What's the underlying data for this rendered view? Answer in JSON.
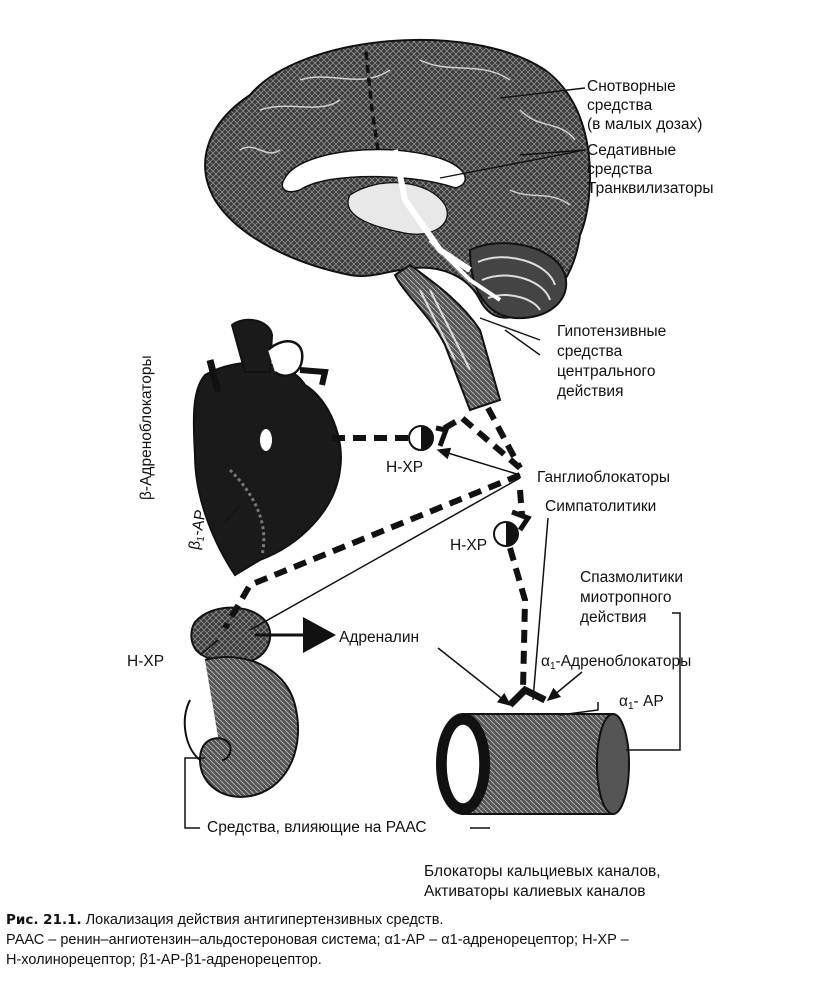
{
  "labels": {
    "hypnotics": [
      "Снотворные",
      "средства",
      "(в малых дозах)"
    ],
    "sedatives": [
      "Седативные",
      "средства"
    ],
    "tranquilizers": "Транквилизаторы",
    "central_hypotensive": [
      "Гипотензивные",
      "средства",
      "центрального",
      "действия"
    ],
    "beta_blockers": "β-Адреноблокаторы",
    "beta1_ar": {
      "main": "β",
      "sub": "1",
      "rest": "-АР"
    },
    "nxr_heart": "Н-ХР",
    "ganglionic_blockers": "Ганглиоблокаторы",
    "sympatholytics": "Симпатолитики",
    "nxr_mid": "Н-ХР",
    "nxr_adrenal": "Н-ХР",
    "adrenaline": "Адреналин",
    "spasmolytics": [
      "Спазмолитики",
      "миотропного",
      "действия"
    ],
    "alpha1_blockers": {
      "main": "α",
      "sub": "1",
      "rest": "-Адреноблокаторы"
    },
    "alpha1_ar": {
      "main": "α",
      "sub": "1",
      "rest": "- АР"
    },
    "raas_drugs": "Средства, влияющие на РААС",
    "channel_modulators": [
      "Блокаторы кальциевых каналов,",
      "Активаторы калиевых каналов"
    ]
  },
  "caption": {
    "figure": "Рис. 21.1.",
    "title": "Локализация действия антигипертензивных средств.",
    "line2": "РААС – ренин–ангиотензин–альдостероновая система; α1-АР – α1-адренорецептор; Н-ХР –",
    "line3": "Н-холинорецептор; β1-АР-β1-адренорецептор."
  },
  "colors": {
    "ink": "#111111",
    "organ_fill": "#2a2a2a",
    "organ_hatch": "#666666",
    "paper": "#ffffff"
  }
}
